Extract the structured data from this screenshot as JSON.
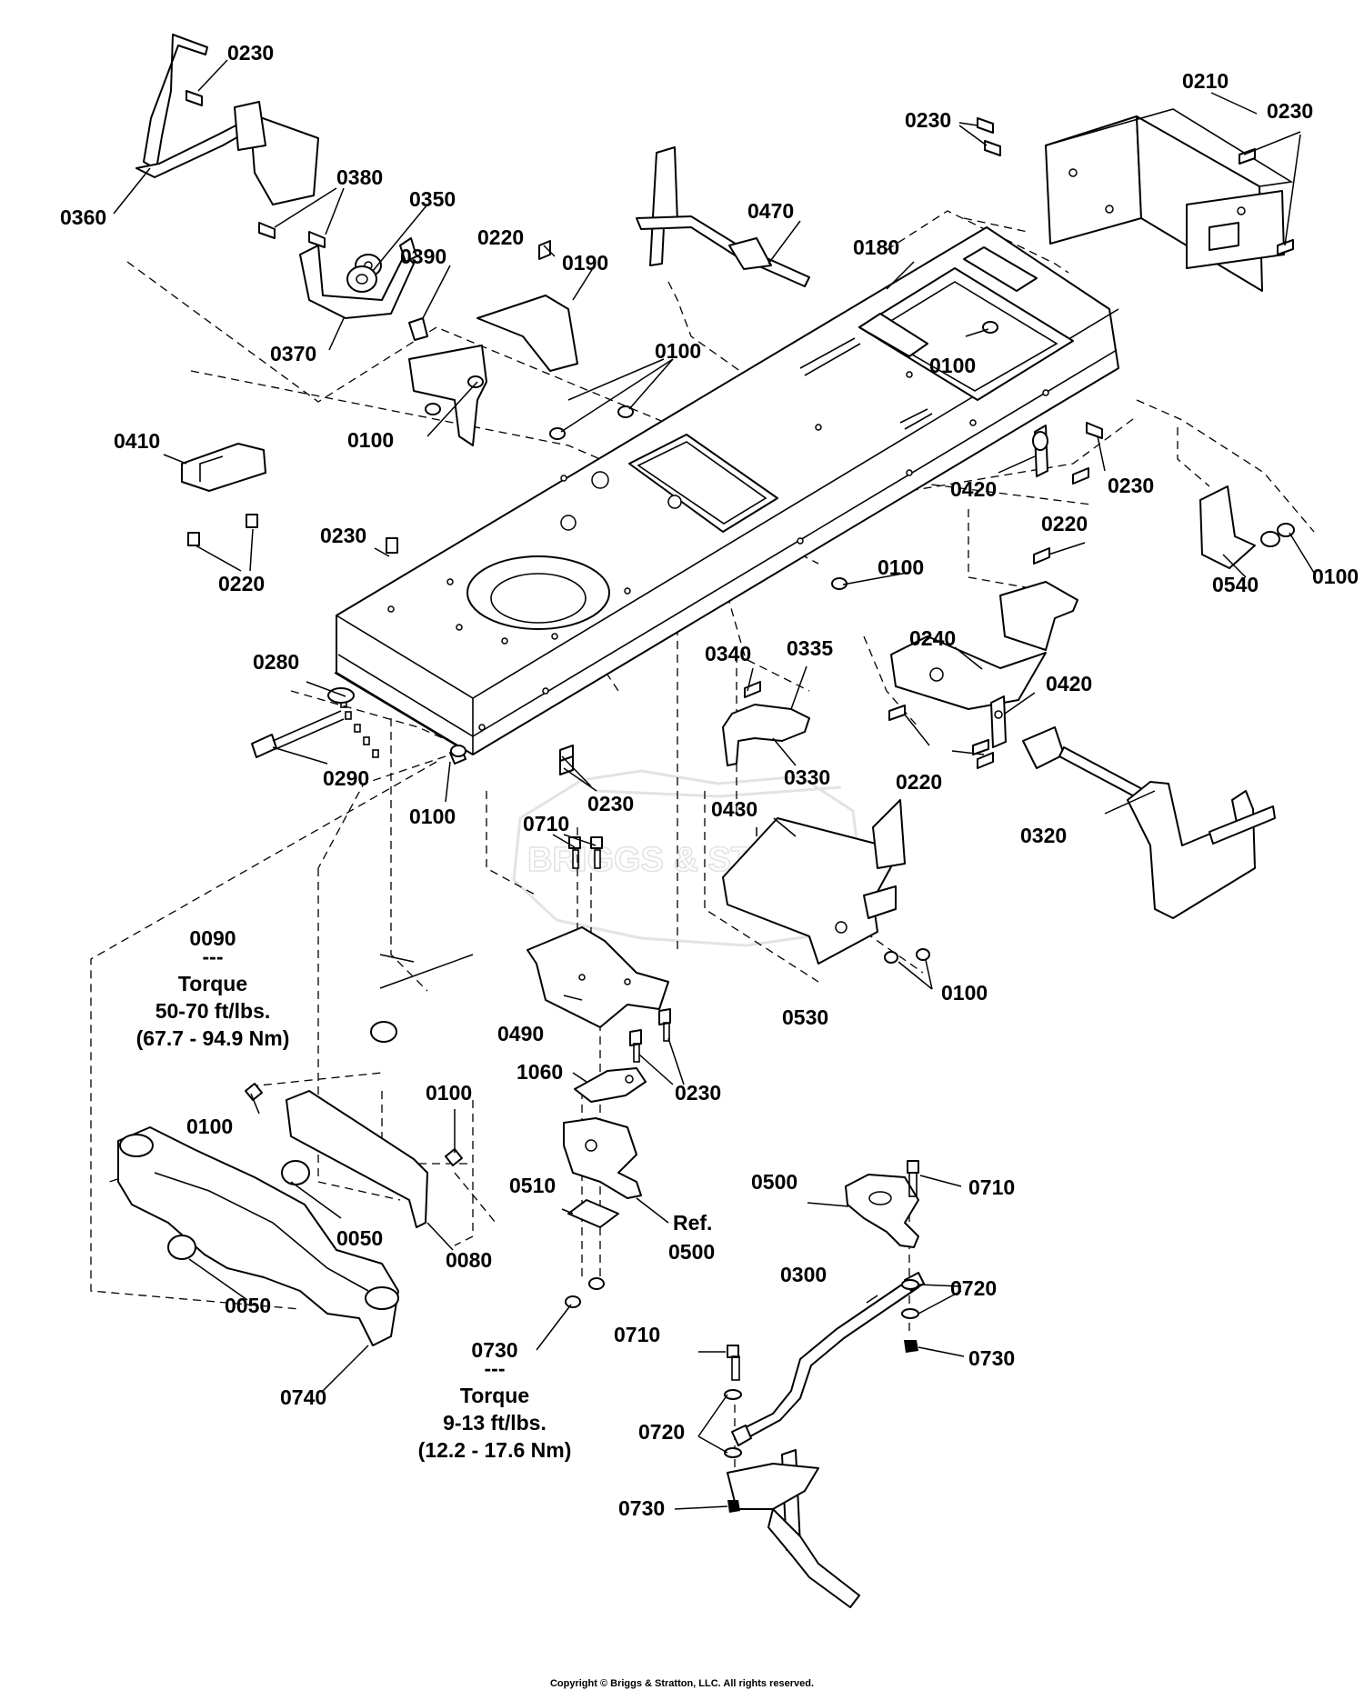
{
  "callouts": [
    "0230",
    "0360",
    "0380",
    "0350",
    "0370",
    "0390",
    "0220",
    "0190",
    "0100",
    "0100",
    "0470",
    "0180",
    "0100",
    "0210",
    "0230",
    "0230",
    "0410",
    "0220",
    "0230",
    "0420",
    "0230",
    "0220",
    "0540",
    "0100",
    "0100",
    "0280",
    "0290",
    "0100",
    "0230",
    "0340",
    "0335",
    "0330",
    "0240",
    "0420",
    "0220",
    "0320",
    "0710",
    "0430",
    "0530",
    "0100",
    "0490",
    "0230",
    "1060",
    "0090",
    "0100",
    "0100",
    "0050",
    "0080",
    "0050",
    "0740",
    "0510",
    "0730",
    "0500",
    "0710",
    "0300",
    "0720",
    "0730",
    "0710",
    "0720",
    "0730"
  ],
  "notes": {
    "ref_line1": "Ref.",
    "ref_line2": "0500",
    "torque_upper": {
      "part": "0090",
      "dashes": "---",
      "title": "Torque",
      "imperial": "50-70 ft/lbs.",
      "metric": "(67.7 - 94.9 Nm)"
    },
    "torque_lower": {
      "part": "0730",
      "dashes": "---",
      "title": "Torque",
      "imperial": "9-13 ft/lbs.",
      "metric": "(12.2 - 17.6 Nm)"
    }
  },
  "watermark": "BRIGGS & STRATTON",
  "copyright": "Copyright © Briggs & Stratton, LLC. All rights reserved."
}
